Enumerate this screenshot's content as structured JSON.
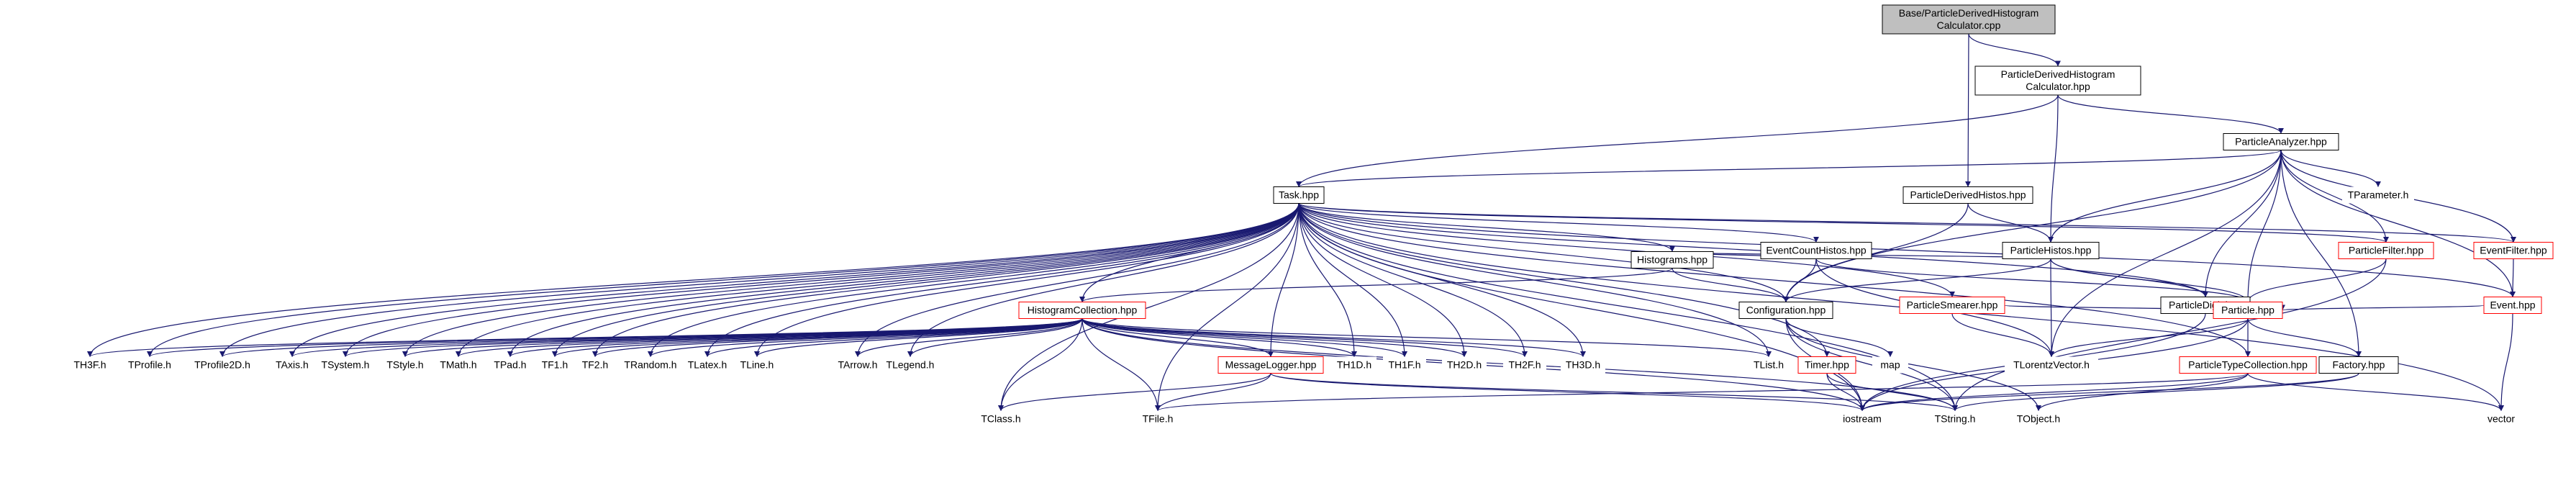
{
  "colors": {
    "edge": "#191970",
    "node_border": "#000000",
    "node_red_border": "#ff0000",
    "root_fill": "#bfbfbf",
    "node_fill": "#ffffff",
    "missing_text": "#808080"
  },
  "nodes": [
    {
      "id": "root",
      "lines": [
        "Base/ParticleDerivedHistogram",
        "Calculator.cpp"
      ],
      "style": "root"
    },
    {
      "id": "pdhc",
      "lines": [
        "ParticleDerivedHistogram",
        "Calculator.hpp"
      ],
      "style": "black"
    },
    {
      "id": "pa",
      "lines": [
        "ParticleAnalyzer.hpp"
      ],
      "style": "black"
    },
    {
      "id": "task",
      "lines": [
        "Task.hpp"
      ],
      "style": "black"
    },
    {
      "id": "pdh",
      "lines": [
        "ParticleDerivedHistos.hpp"
      ],
      "style": "black"
    },
    {
      "id": "tparam",
      "lines": [
        "TParameter.h"
      ],
      "style": "none"
    },
    {
      "id": "ech",
      "lines": [
        "EventCountHistos.hpp"
      ],
      "style": "black"
    },
    {
      "id": "ph",
      "lines": [
        "ParticleHistos.hpp"
      ],
      "style": "black"
    },
    {
      "id": "pf",
      "lines": [
        "ParticleFilter.hpp"
      ],
      "style": "red"
    },
    {
      "id": "ef",
      "lines": [
        "EventFilter.hpp"
      ],
      "style": "red"
    },
    {
      "id": "hist",
      "lines": [
        "Histograms.hpp"
      ],
      "style": "black"
    },
    {
      "id": "ps",
      "lines": [
        "ParticleSmearer.hpp"
      ],
      "style": "red"
    },
    {
      "id": "pdig",
      "lines": [
        "ParticleDigit.hpp"
      ],
      "style": "black"
    },
    {
      "id": "event",
      "lines": [
        "Event.hpp"
      ],
      "style": "red"
    },
    {
      "id": "hc",
      "lines": [
        "HistogramCollection.hpp"
      ],
      "style": "red"
    },
    {
      "id": "conf",
      "lines": [
        "Configuration.hpp"
      ],
      "style": "black"
    },
    {
      "id": "part",
      "lines": [
        "Particle.hpp"
      ],
      "style": "red"
    },
    {
      "id": "th3f",
      "lines": [
        "TH3F.h"
      ],
      "style": "none"
    },
    {
      "id": "tprof",
      "lines": [
        "TProfile.h"
      ],
      "style": "none"
    },
    {
      "id": "tprof2",
      "lines": [
        "TProfile2D.h"
      ],
      "style": "none"
    },
    {
      "id": "taxis",
      "lines": [
        "TAxis.h"
      ],
      "style": "none"
    },
    {
      "id": "tsys",
      "lines": [
        "TSystem.h"
      ],
      "style": "none"
    },
    {
      "id": "tstyle",
      "lines": [
        "TStyle.h"
      ],
      "style": "none"
    },
    {
      "id": "tmath",
      "lines": [
        "TMath.h"
      ],
      "style": "none"
    },
    {
      "id": "tpad",
      "lines": [
        "TPad.h"
      ],
      "style": "none"
    },
    {
      "id": "tf1",
      "lines": [
        "TF1.h"
      ],
      "style": "none"
    },
    {
      "id": "tf2",
      "lines": [
        "TF2.h"
      ],
      "style": "none"
    },
    {
      "id": "trandom",
      "lines": [
        "TRandom.h"
      ],
      "style": "none"
    },
    {
      "id": "tlatex",
      "lines": [
        "TLatex.h"
      ],
      "style": "none"
    },
    {
      "id": "tline",
      "lines": [
        "TLine.h"
      ],
      "style": "none"
    },
    {
      "id": "tarrow",
      "lines": [
        "TArrow.h"
      ],
      "style": "none"
    },
    {
      "id": "tlegend",
      "lines": [
        "TLegend.h"
      ],
      "style": "none"
    },
    {
      "id": "ml",
      "lines": [
        "MessageLogger.hpp"
      ],
      "style": "red"
    },
    {
      "id": "th1d",
      "lines": [
        "TH1D.h"
      ],
      "style": "none"
    },
    {
      "id": "th1f",
      "lines": [
        "TH1F.h"
      ],
      "style": "none"
    },
    {
      "id": "th2d",
      "lines": [
        "TH2D.h"
      ],
      "style": "none"
    },
    {
      "id": "th2f",
      "lines": [
        "TH2F.h"
      ],
      "style": "none"
    },
    {
      "id": "th3d",
      "lines": [
        "TH3D.h"
      ],
      "style": "none"
    },
    {
      "id": "tlist",
      "lines": [
        "TList.h"
      ],
      "style": "none"
    },
    {
      "id": "timer",
      "lines": [
        "Timer.hpp"
      ],
      "style": "red"
    },
    {
      "id": "map",
      "lines": [
        "map"
      ],
      "style": "none"
    },
    {
      "id": "tlv",
      "lines": [
        "TLorentzVector.h"
      ],
      "style": "none"
    },
    {
      "id": "ptc",
      "lines": [
        "ParticleTypeCollection.hpp"
      ],
      "style": "red"
    },
    {
      "id": "factory",
      "lines": [
        "Factory.hpp"
      ],
      "style": "black"
    },
    {
      "id": "tclass",
      "lines": [
        "TClass.h"
      ],
      "style": "none"
    },
    {
      "id": "tfile",
      "lines": [
        "TFile.h"
      ],
      "style": "none"
    },
    {
      "id": "iostream",
      "lines": [
        "iostream"
      ],
      "style": "none"
    },
    {
      "id": "tstring",
      "lines": [
        "TString.h"
      ],
      "style": "none"
    },
    {
      "id": "tobject",
      "lines": [
        "TObject.h"
      ],
      "style": "none"
    },
    {
      "id": "vector",
      "lines": [
        "vector"
      ],
      "style": "none"
    }
  ],
  "edges": [
    [
      "root",
      "pdhc"
    ],
    [
      "root",
      "pdh"
    ],
    [
      "pdhc",
      "task"
    ],
    [
      "pdhc",
      "pa"
    ],
    [
      "pdhc",
      "ph"
    ],
    [
      "pa",
      "task"
    ],
    [
      "pa",
      "tparam"
    ],
    [
      "pa",
      "ph"
    ],
    [
      "pa",
      "pf"
    ],
    [
      "pa",
      "ef"
    ],
    [
      "pa",
      "event"
    ],
    [
      "pa",
      "pdig"
    ],
    [
      "pa",
      "conf"
    ],
    [
      "pa",
      "part"
    ],
    [
      "pa",
      "factory"
    ],
    [
      "pa",
      "tlv"
    ],
    [
      "pdh",
      "ph"
    ],
    [
      "pdh",
      "conf"
    ],
    [
      "task",
      "ech"
    ],
    [
      "task",
      "hist"
    ],
    [
      "task",
      "conf"
    ],
    [
      "task",
      "ps"
    ],
    [
      "task",
      "pdig"
    ],
    [
      "task",
      "pf"
    ],
    [
      "task",
      "ef"
    ],
    [
      "task",
      "event"
    ],
    [
      "task",
      "hc"
    ],
    [
      "task",
      "ml"
    ],
    [
      "task",
      "ptc"
    ],
    [
      "task",
      "timer"
    ],
    [
      "task",
      "th3f"
    ],
    [
      "task",
      "tprof"
    ],
    [
      "task",
      "tprof2"
    ],
    [
      "task",
      "taxis"
    ],
    [
      "task",
      "tsys"
    ],
    [
      "task",
      "tstyle"
    ],
    [
      "task",
      "tmath"
    ],
    [
      "task",
      "tpad"
    ],
    [
      "task",
      "tf1"
    ],
    [
      "task",
      "tf2"
    ],
    [
      "task",
      "trandom"
    ],
    [
      "task",
      "tlatex"
    ],
    [
      "task",
      "tline"
    ],
    [
      "task",
      "tarrow"
    ],
    [
      "task",
      "tlegend"
    ],
    [
      "task",
      "th1d"
    ],
    [
      "task",
      "th1f"
    ],
    [
      "task",
      "th2d"
    ],
    [
      "task",
      "th2f"
    ],
    [
      "task",
      "th3d"
    ],
    [
      "task",
      "tlist"
    ],
    [
      "task",
      "tclass"
    ],
    [
      "task",
      "tfile"
    ],
    [
      "task",
      "vector"
    ],
    [
      "task",
      "tstring"
    ],
    [
      "task",
      "iostream"
    ],
    [
      "ech",
      "hist"
    ],
    [
      "ech",
      "conf"
    ],
    [
      "ech",
      "part"
    ],
    [
      "ech",
      "tlv"
    ],
    [
      "ph",
      "conf"
    ],
    [
      "ph",
      "hist"
    ],
    [
      "ph",
      "pdig"
    ],
    [
      "ph",
      "part"
    ],
    [
      "ph",
      "tlv"
    ],
    [
      "pf",
      "part"
    ],
    [
      "pf",
      "tstring"
    ],
    [
      "ef",
      "event"
    ],
    [
      "hist",
      "hc"
    ],
    [
      "hist",
      "conf"
    ],
    [
      "ps",
      "part"
    ],
    [
      "ps",
      "tlv"
    ],
    [
      "pdig",
      "part"
    ],
    [
      "pdig",
      "iostream"
    ],
    [
      "event",
      "part"
    ],
    [
      "event",
      "vector"
    ],
    [
      "hc",
      "th3f"
    ],
    [
      "hc",
      "tprof"
    ],
    [
      "hc",
      "tprof2"
    ],
    [
      "hc",
      "taxis"
    ],
    [
      "hc",
      "tsys"
    ],
    [
      "hc",
      "tstyle"
    ],
    [
      "hc",
      "tmath"
    ],
    [
      "hc",
      "tpad"
    ],
    [
      "hc",
      "tf1"
    ],
    [
      "hc",
      "tf2"
    ],
    [
      "hc",
      "trandom"
    ],
    [
      "hc",
      "tlatex"
    ],
    [
      "hc",
      "tline"
    ],
    [
      "hc",
      "tarrow"
    ],
    [
      "hc",
      "tlegend"
    ],
    [
      "hc",
      "ml"
    ],
    [
      "hc",
      "th1d"
    ],
    [
      "hc",
      "th1f"
    ],
    [
      "hc",
      "th2d"
    ],
    [
      "hc",
      "th2f"
    ],
    [
      "hc",
      "th3d"
    ],
    [
      "hc",
      "tlist"
    ],
    [
      "hc",
      "tclass"
    ],
    [
      "hc",
      "tfile"
    ],
    [
      "hc",
      "iostream"
    ],
    [
      "hc",
      "tstring"
    ],
    [
      "conf",
      "map"
    ],
    [
      "conf",
      "iostream"
    ],
    [
      "conf",
      "tstring"
    ],
    [
      "conf",
      "tobject"
    ],
    [
      "part",
      "tlv"
    ],
    [
      "part",
      "ptc"
    ],
    [
      "part",
      "factory"
    ],
    [
      "part",
      "iostream"
    ],
    [
      "ml",
      "tclass"
    ],
    [
      "ml",
      "tfile"
    ],
    [
      "ml",
      "iostream"
    ],
    [
      "ml",
      "tstring"
    ],
    [
      "timer",
      "iostream"
    ],
    [
      "timer",
      "tstring"
    ],
    [
      "ptc",
      "iostream"
    ],
    [
      "ptc",
      "tfile"
    ],
    [
      "ptc",
      "tobject"
    ],
    [
      "ptc",
      "vector"
    ],
    [
      "factory",
      "tstring"
    ],
    [
      "factory",
      "iostream"
    ]
  ]
}
